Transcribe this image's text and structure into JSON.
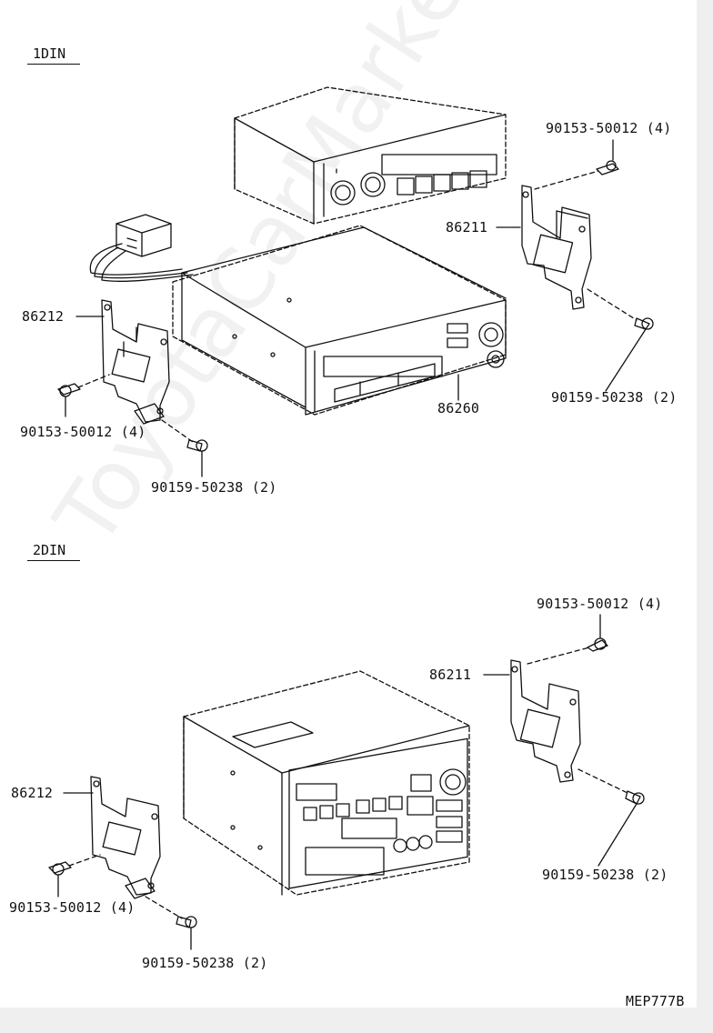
{
  "sections": {
    "top": {
      "title": "1DIN"
    },
    "bottom": {
      "title": "2DIN"
    }
  },
  "top_labels": {
    "bolt_4_right": "90153-50012 (4)",
    "bracket_right": "86211",
    "bracket_left": "86212",
    "bolt_4_left": "90153-50012 (4)",
    "screw_2_right": "90159-50238 (2)",
    "radio": "86260",
    "screw_2_bottom": "90159-50238 (2)"
  },
  "bottom_labels": {
    "bolt_4_right": "90153-50012 (4)",
    "bracket_right": "86211",
    "bracket_left": "86212",
    "screw_2_right": "90159-50238 (2)",
    "bolt_4_left": "90153-50012 (4)",
    "screw_2_bottom": "90159-50238 (2)"
  },
  "figure_code": "MEP777B",
  "watermark": "ToyotaCarMarket.ru",
  "colors": {
    "line": "#111111",
    "background": "#ffffff",
    "edge": "#efefef"
  }
}
